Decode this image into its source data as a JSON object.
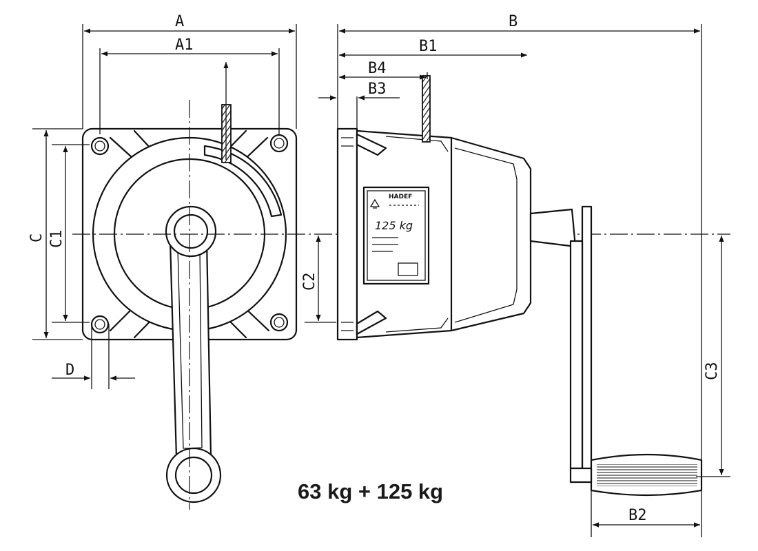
{
  "dimensions": {
    "A": "A",
    "A1": "A1",
    "B": "B",
    "B1": "B1",
    "B2": "B2",
    "B3": "B3",
    "B4": "B4",
    "C": "C",
    "C1": "C1",
    "C2": "C2",
    "C3": "C3",
    "D": "D"
  },
  "nameplate": {
    "brand": "HADEF",
    "capacity": "125 kg"
  },
  "caption": "63 kg + 125 kg"
}
